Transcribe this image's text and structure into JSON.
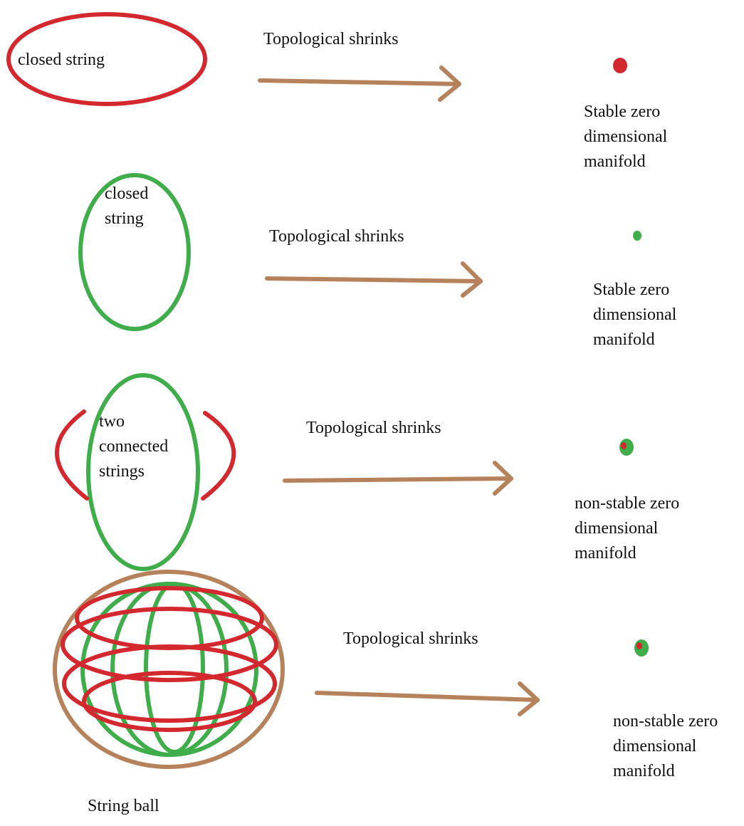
{
  "colors": {
    "red": "#d3282e",
    "green": "#3ead4a",
    "brown": "#b5825c"
  },
  "rows": [
    {
      "shape_label": "closed string",
      "arrow_label": "Topological shrinks",
      "result_label": "Stable zero\ndimensional\nmanifold",
      "dot": "red"
    },
    {
      "shape_label": "closed\nstring",
      "arrow_label": "Topological shrinks",
      "result_label": "Stable zero\ndimensional\nmanifold",
      "dot": "green"
    },
    {
      "shape_label": "two\nconnected\nstrings",
      "arrow_label": "Topological shrinks",
      "result_label": "non-stable zero\ndimensional\nmanifold",
      "dot": "green-red"
    },
    {
      "shape_label": "String ball",
      "arrow_label": "Topological shrinks",
      "result_label": "non-stable zero\ndimensional\nmanifold",
      "dot": "green-red"
    }
  ]
}
